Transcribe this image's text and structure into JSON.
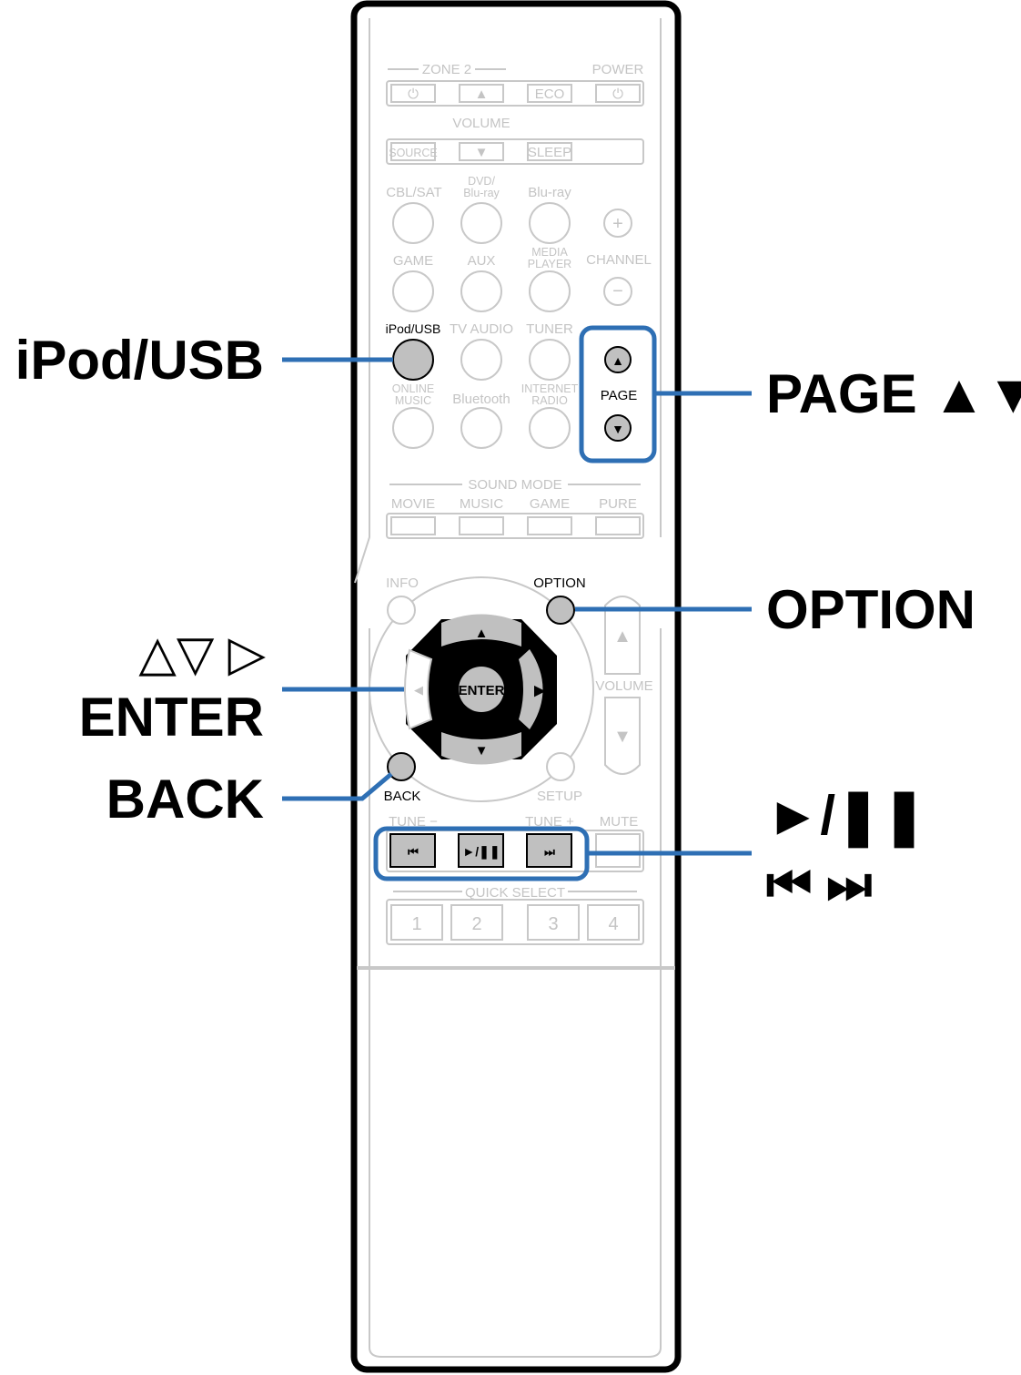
{
  "remote": {
    "zone2": "ZONE 2",
    "power": "POWER",
    "eco": "ECO",
    "volume_top": "VOLUME",
    "source": "SOURCE",
    "sleep": "SLEEP",
    "sources": {
      "cbl": "CBL/SAT",
      "dvd1": "DVD/",
      "dvd2": "Blu-ray",
      "bluray": "Blu-ray",
      "game": "GAME",
      "aux": "AUX",
      "media1": "MEDIA",
      "media2": "PLAYER",
      "channel": "CHANNEL",
      "ipod": "iPod/USB",
      "tvaudio": "TV AUDIO",
      "tuner": "TUNER",
      "online1": "ONLINE",
      "online2": "MUSIC",
      "bluetooth": "Bluetooth",
      "inet1": "INTERNET",
      "inet2": "RADIO",
      "page": "PAGE"
    },
    "sound_mode": "SOUND MODE",
    "modes": [
      "MOVIE",
      "MUSIC",
      "GAME",
      "PURE"
    ],
    "info": "INFO",
    "option": "OPTION",
    "enter": "ENTER",
    "volume": "VOLUME",
    "back": "BACK",
    "setup": "SETUP",
    "tune_minus": "TUNE −",
    "tune_plus": "TUNE +",
    "mute": "MUTE",
    "quick_select": "QUICK SELECT",
    "quick": [
      "1",
      "2",
      "3",
      "4"
    ]
  },
  "callouts": {
    "ipod": "iPod/USB",
    "page": "PAGE ▲▼",
    "option": "OPTION",
    "arrows": "△▽ ▷",
    "enter": "ENTER",
    "back": "BACK",
    "play": "►/❚❚",
    "skip": "⏮ ⏭"
  },
  "colors": {
    "highlight": "#2e6fb4",
    "faded": "#c4c4c4"
  }
}
